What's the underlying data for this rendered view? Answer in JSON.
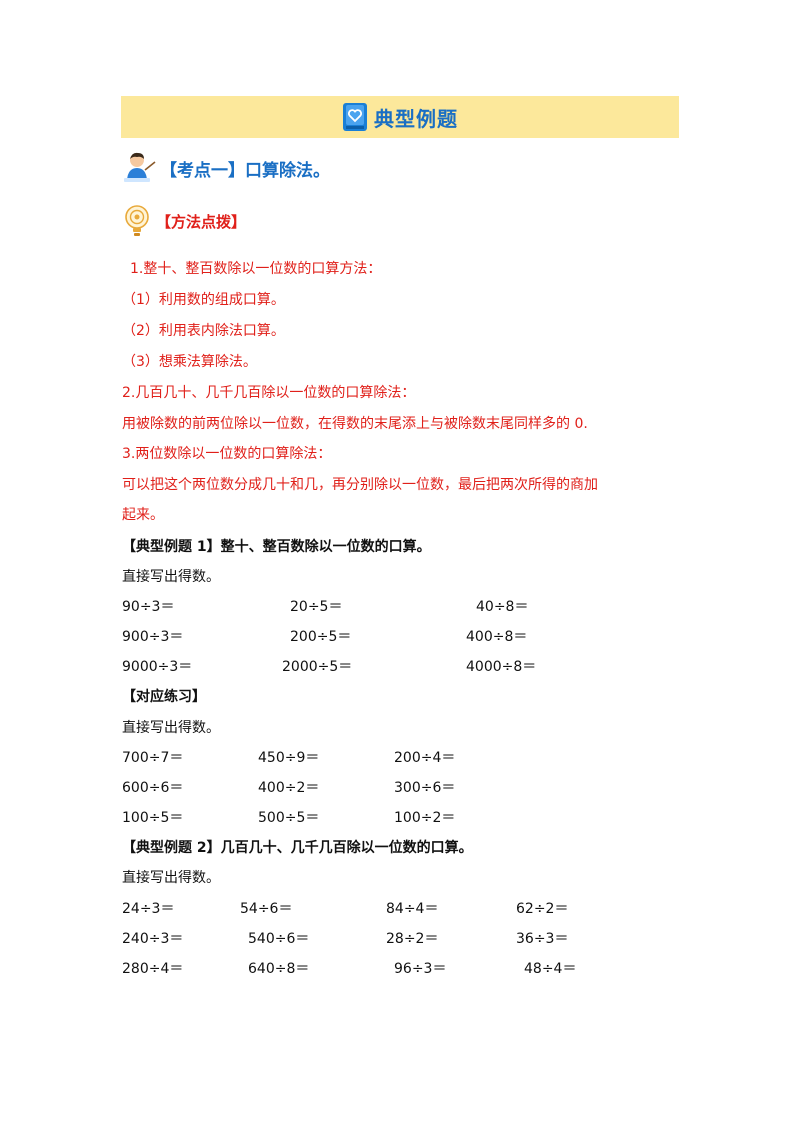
{
  "banner": {
    "title": "典型例题"
  },
  "kaodian": {
    "title": "【考点一】口算除法。"
  },
  "fangfa": {
    "title": "【方法点拨】"
  },
  "method": {
    "l1": "1.整十、整百数除以一位数的口算方法：",
    "l2": "（1）利用数的组成口算。",
    "l3": "（2）利用表内除法口算。",
    "l4": "（3）想乘法算除法。",
    "l5": "2.几百几十、几千几百除以一位数的口算除法：",
    "l6": "用被除数的前两位除以一位数，在得数的末尾添上与被除数末尾同样多的 0.",
    "l7": "3.两位数除以一位数的口算除法：",
    "l8": "可以把这个两位数分成几十和几，再分别除以一位数，最后把两次所得的商加",
    "l9": "起来。"
  },
  "example1": {
    "title": "【典型例题 1】整十、整百数除以一位数的口算。",
    "instruction": "直接写出得数。",
    "problems": [
      [
        "90÷3＝",
        "20÷5＝",
        "40÷8＝"
      ],
      [
        "900÷3＝",
        "200÷5＝",
        "400÷8＝"
      ],
      [
        "9000÷3＝",
        "2000÷5＝",
        "4000÷8＝"
      ]
    ]
  },
  "practice": {
    "title": "【对应练习】",
    "instruction": "直接写出得数。",
    "problems": [
      [
        "700÷7＝",
        "450÷9＝",
        "200÷4＝"
      ],
      [
        "600÷6＝",
        "400÷2＝",
        "300÷6＝"
      ],
      [
        "100÷5＝",
        "500÷5＝",
        "100÷2＝"
      ]
    ]
  },
  "example2": {
    "title": "【典型例题 2】几百几十、几千几百除以一位数的口算。",
    "instruction": "直接写出得数。",
    "problems": [
      [
        "24÷3＝",
        "54÷6＝",
        "84÷4＝",
        "62÷2＝"
      ],
      [
        "240÷3＝",
        "540÷6＝",
        "28÷2＝",
        "36÷3＝"
      ],
      [
        "280÷4＝",
        "640÷8＝",
        "96÷3＝",
        "48÷4＝"
      ]
    ]
  },
  "colors": {
    "accent_blue": "#1a6fc4",
    "method_red": "#e0201a",
    "banner_bg": "#fce89b"
  }
}
